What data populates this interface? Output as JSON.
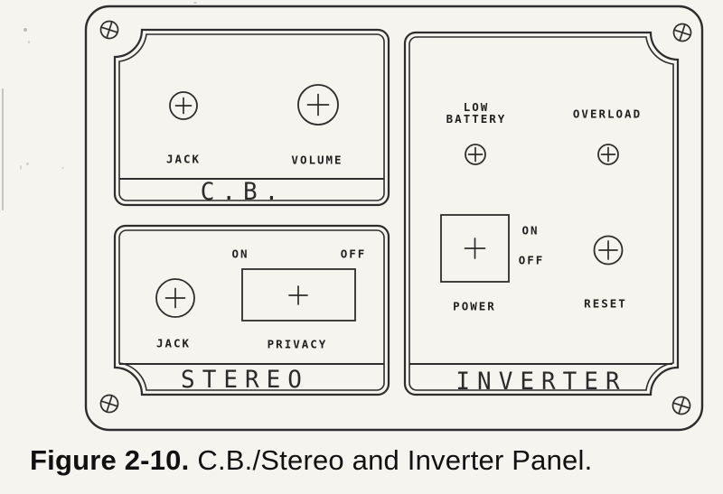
{
  "caption": {
    "bold": "Figure 2-10.",
    "text": "C.B./Stereo and Inverter Panel."
  },
  "board": {
    "cb": {
      "title": "C.B.",
      "jack": "JACK",
      "volume": "VOLUME"
    },
    "stereo": {
      "title": "STEREO",
      "jack": "JACK",
      "privacy": "PRIVACY",
      "on": "ON",
      "off": "OFF"
    },
    "inverter": {
      "title": "INVERTER",
      "low_battery_1": "LOW",
      "low_battery_2": "BATTERY",
      "overload": "OVERLOAD",
      "on": "ON",
      "off": "OFF",
      "power": "POWER",
      "reset": "RESET"
    }
  },
  "icons": {
    "screw": "phillips-screw-head",
    "knob": "cross-center-knob",
    "indicator": "cross-center-lamp",
    "switch": "rectangular-rocker-switch"
  },
  "colors": {
    "ink": "#2d2d2d",
    "paper": "#f6f4ef"
  }
}
